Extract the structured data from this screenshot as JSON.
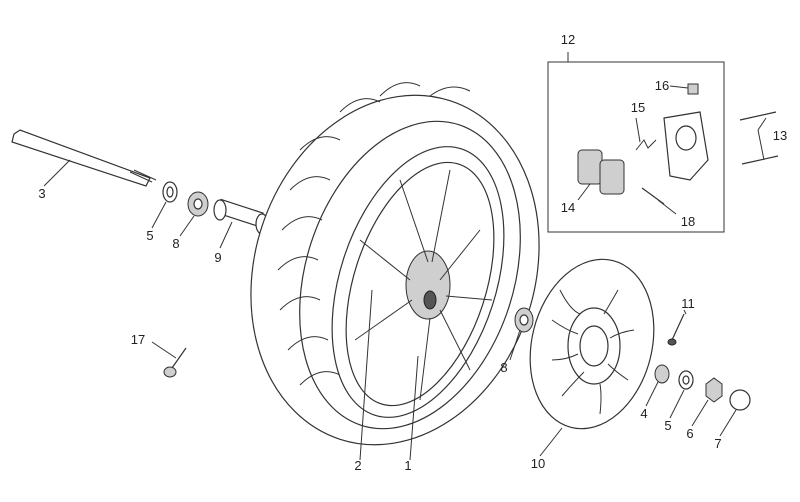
{
  "callouts": [
    {
      "id": "1",
      "label": "1"
    },
    {
      "id": "2",
      "label": "2"
    },
    {
      "id": "3",
      "label": "3"
    },
    {
      "id": "4",
      "label": "4"
    },
    {
      "id": "5a",
      "label": "5"
    },
    {
      "id": "5b",
      "label": "5"
    },
    {
      "id": "6",
      "label": "6"
    },
    {
      "id": "7",
      "label": "7"
    },
    {
      "id": "8a",
      "label": "8"
    },
    {
      "id": "8b",
      "label": "8"
    },
    {
      "id": "9",
      "label": "9"
    },
    {
      "id": "10",
      "label": "10"
    },
    {
      "id": "11",
      "label": "11"
    },
    {
      "id": "12",
      "label": "12"
    },
    {
      "id": "13",
      "label": "13"
    },
    {
      "id": "14",
      "label": "14"
    },
    {
      "id": "15",
      "label": "15"
    },
    {
      "id": "16",
      "label": "16"
    },
    {
      "id": "17",
      "label": "17"
    },
    {
      "id": "18",
      "label": "18"
    }
  ],
  "colors": {
    "line": "#333333",
    "fill": "#ffffff",
    "shade": "#cfcfcf"
  }
}
